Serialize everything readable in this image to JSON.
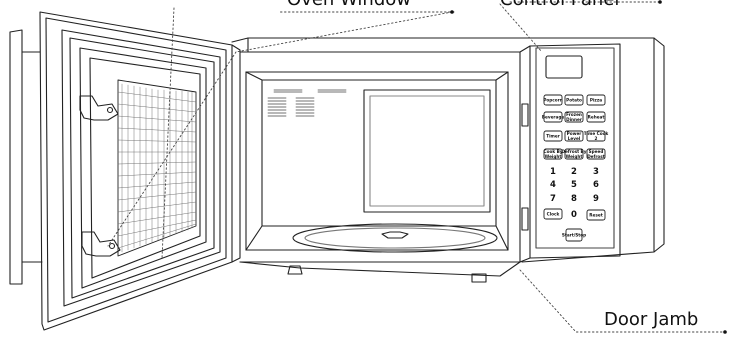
{
  "labels": {
    "oven_window": "Oven Window",
    "control_panel": "Control Panel",
    "door_jamb": "Door Jamb"
  },
  "keypad": {
    "function_keys": [
      [
        "Popcorn",
        "Potato",
        "Pizza"
      ],
      [
        "Beverage",
        "Frozen Dinner",
        "Reheat"
      ],
      [
        "Timer",
        "Power Level",
        "Time Cook 2"
      ],
      [
        "Cook By Weight",
        "Defrost By Weight",
        "Speed Defrost"
      ]
    ],
    "numbers": [
      [
        "1",
        "2",
        "3"
      ],
      [
        "4",
        "5",
        "6"
      ],
      [
        "7",
        "8",
        "9"
      ]
    ],
    "bottom_row": [
      "Clock",
      "0",
      "Reset"
    ],
    "start_key": "Start/Stop"
  }
}
